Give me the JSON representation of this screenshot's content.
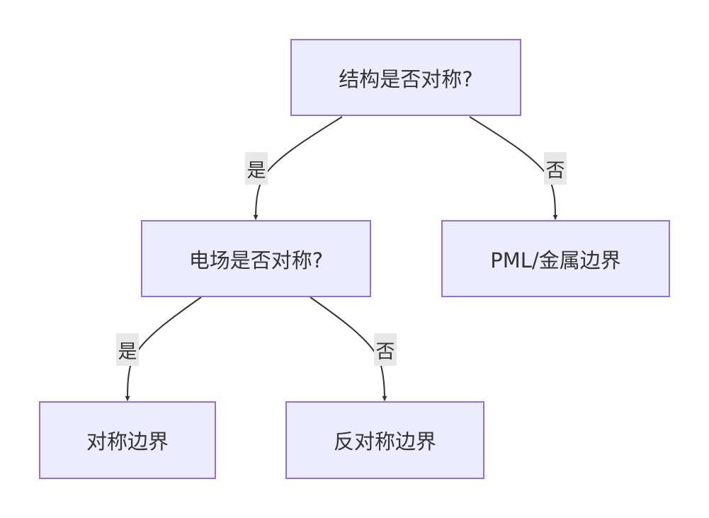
{
  "flowchart": {
    "nodes": {
      "root": {
        "label": "结构是否对称?"
      },
      "efield": {
        "label": "电场是否对称?"
      },
      "pml": {
        "label": "PML/金属边界"
      },
      "sym": {
        "label": "对称边界"
      },
      "antisym": {
        "label": "反对称边界"
      }
    },
    "edges": {
      "root_efield": {
        "label": "是"
      },
      "root_pml": {
        "label": "否"
      },
      "efield_sym": {
        "label": "是"
      },
      "efield_antisym": {
        "label": "否"
      }
    }
  },
  "colors": {
    "node_fill": "#ececff",
    "node_border": "#9370db",
    "text": "#333333",
    "edge": "#333333",
    "edge_label_bg": "#e8e8e8"
  }
}
